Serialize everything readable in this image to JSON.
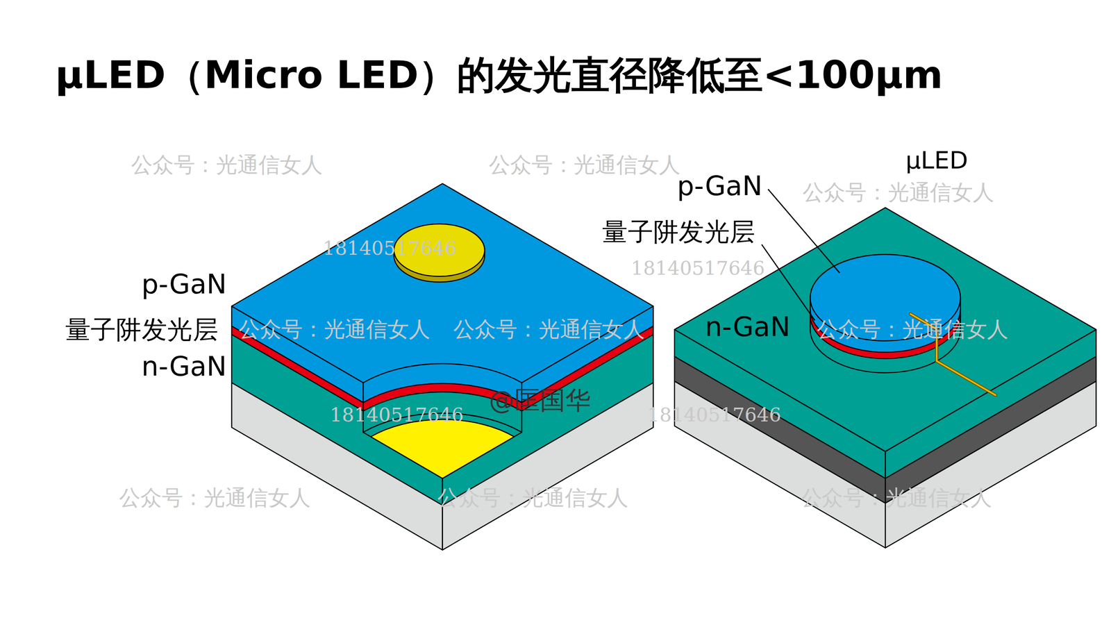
{
  "diagram": {
    "title": "μLED（Micro LED）的发光直径降低至<100μm",
    "labels": [
      "p-GaN",
      "量子阱发光层",
      "n-GaN",
      "μLED",
      "p-GaN",
      "量子阱发光层",
      "n-GaN",
      "公众号：光通信女人",
      "公众号：光通信女人",
      "公众号：光通信女人",
      "公众号：光通信女人",
      "公众号：光通信女人",
      "公众号：光通信女人",
      "公众号：光通信女人",
      "公众号：光通信女人",
      "公众号：光通信女人",
      "18140517646",
      "18140517646",
      "18140517646",
      "18140517646",
      "@匡国华"
    ]
  }
}
